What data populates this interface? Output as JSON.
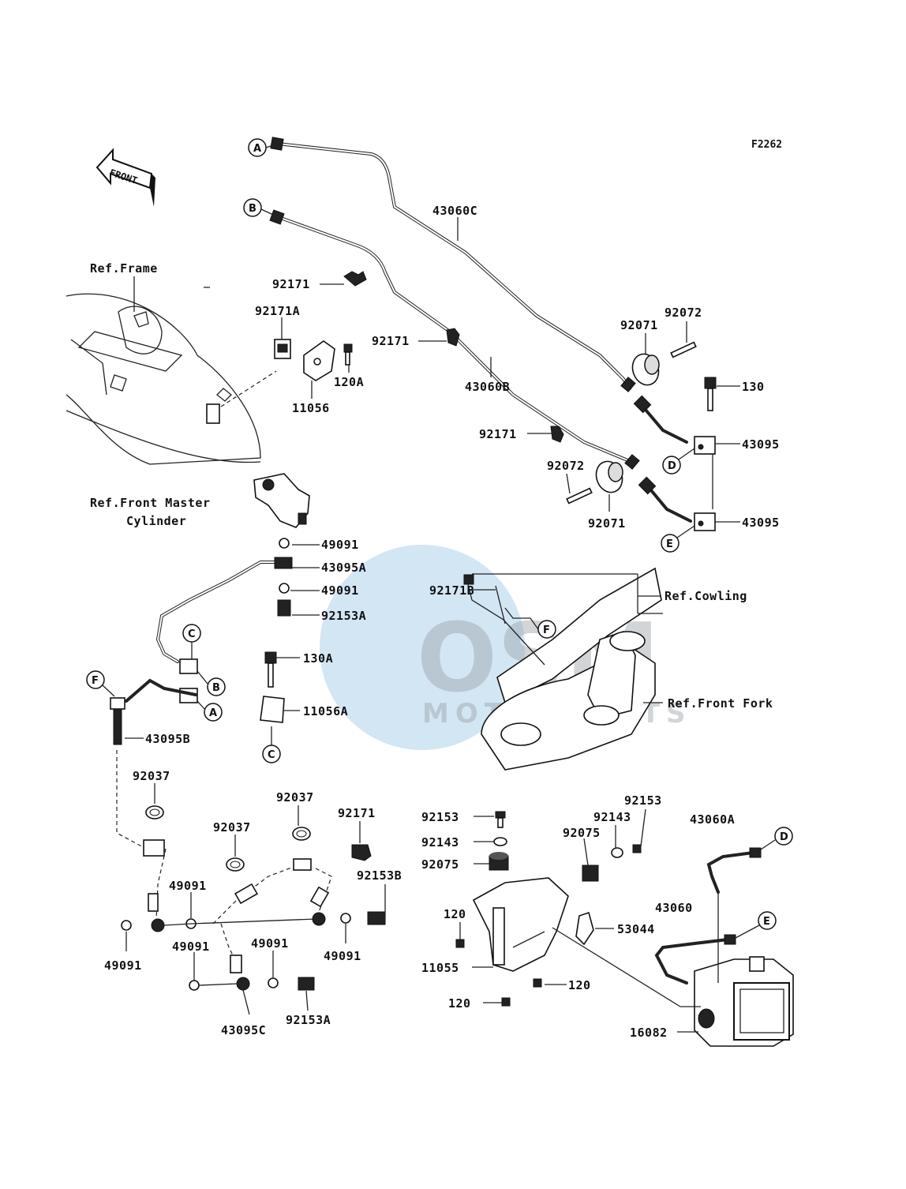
{
  "diagram_code": "F2262",
  "front_arrow": "FRONT",
  "watermark": {
    "logo": "OSM",
    "sub": "MOTORPARTS",
    "color": "#7fb6e0"
  },
  "references": {
    "frame": "Ref.Frame",
    "master_cylinder_line1": "Ref.Front Master",
    "master_cylinder_line2": "Cylinder",
    "cowling": "Ref.Cowling",
    "front_fork": "Ref.Front Fork"
  },
  "connectors": {
    "a_top": "A",
    "b_top": "B",
    "c1": "C",
    "b_mid": "B",
    "a_mid": "A",
    "c2": "C",
    "d1": "D",
    "e1": "E",
    "f1": "F",
    "f2": "F",
    "d2": "D",
    "e2": "E"
  },
  "parts": {
    "p43060C": "43060C",
    "p43060B": "43060B",
    "p92171_a": "92171",
    "p92171A": "92171A",
    "p92171_b": "92171",
    "p92171_c": "92171",
    "p120A": "120A",
    "p11056": "11056",
    "p92071_a": "92071",
    "p92072_a": "92072",
    "p130": "130",
    "p43095_a": "43095",
    "p92072_b": "92072",
    "p92071_b": "92071",
    "p43095_b": "43095",
    "p49091_a": "49091",
    "p43095A": "43095A",
    "p49091_b": "49091",
    "p92153A_a": "92153A",
    "p92171B": "92171B",
    "p130A": "130A",
    "p11056A": "11056A",
    "p43095B": "43095B",
    "p92037_a": "92037",
    "p92037_b": "92037",
    "p92037_c": "92037",
    "p92171_d": "92171",
    "p92153B": "92153B",
    "p49091_c": "49091",
    "p49091_d": "49091",
    "p49091_e": "49091",
    "p49091_f": "49091",
    "p49091_g": "49091",
    "p43095C": "43095C",
    "p92153A_b": "92153A",
    "p92153_a": "92153",
    "p92143_a": "92143",
    "p92075_a": "92075",
    "p92075_b": "92075",
    "p92143_b": "92143",
    "p92153_b": "92153",
    "p43060A": "43060A",
    "p43060": "43060",
    "p53044": "53044",
    "p120_a": "120",
    "p11055": "11055",
    "p120_b": "120",
    "p120_c": "120",
    "p16082": "16082"
  }
}
